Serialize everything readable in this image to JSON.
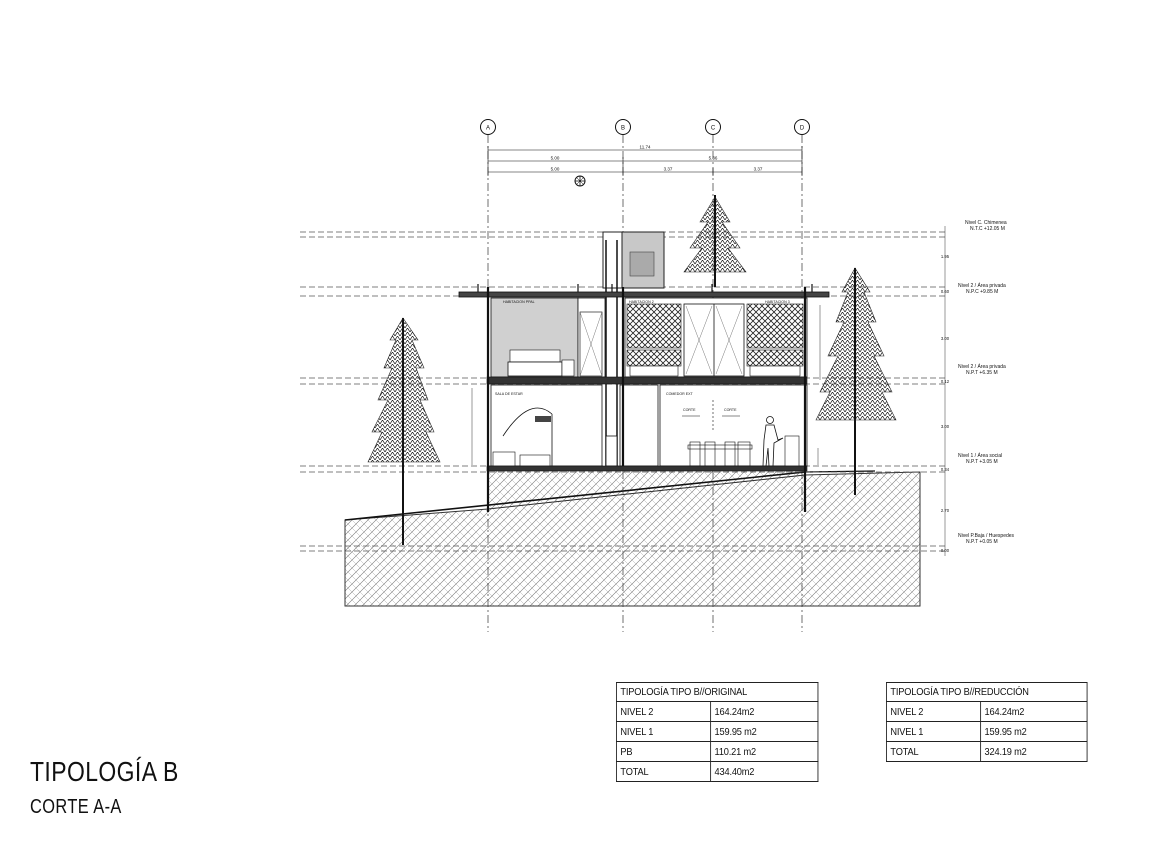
{
  "title": "TIPOLOGÍA B",
  "subtitle": "CORTE A-A",
  "grid_axes": [
    "A",
    "B",
    "C",
    "D"
  ],
  "dimensions": {
    "overall": "11.74",
    "upper": [
      "5.00",
      "5.36"
    ],
    "lower": [
      "5.00",
      "3.37",
      "3.37"
    ]
  },
  "levels": [
    {
      "name": "Nivel C. Chimenea",
      "value": "N.T.C +12.05 M"
    },
    {
      "name": "Nivel 2 / Área privada",
      "value": "N.P.C +9.85 M"
    },
    {
      "name": "Nivel 2 / Área privada",
      "value": "N.P.T +6.35 M"
    },
    {
      "name": "Nivel 1 / Área social",
      "value": "N.P.T +3.05 M"
    },
    {
      "name": "Nivel P.Baja / Huespedes",
      "value": "N.P.T +0.05 M"
    }
  ],
  "level_heights": [
    "1.95",
    "0.60",
    "3.00",
    "0.12",
    "3.00",
    "0.34",
    "2.70",
    "0.00"
  ],
  "room_labels": {
    "bedroom_main": "HABITACION PPAL",
    "bedroom_2": "HABITACION 2",
    "bedroom_3": "HABITACION 3",
    "living": "SALA DE ESTAR",
    "dining": "COMEDOR EXT",
    "corte_1": "CORTE",
    "corte_2": "CORTE"
  },
  "tables": {
    "original": {
      "title": "TIPOLOGÍA TIPO B//ORIGINAL",
      "rows": [
        {
          "label": "NIVEL 2",
          "value": "164.24m2"
        },
        {
          "label": "NIVEL 1",
          "value": "159.95 m2"
        },
        {
          "label": "PB",
          "value": "110.21 m2"
        },
        {
          "label": "TOTAL",
          "value": "434.40m2"
        }
      ]
    },
    "reduccion": {
      "title": "TIPOLOGÍA TIPO B//REDUCCIÓN",
      "rows": [
        {
          "label": "NIVEL 2",
          "value": "164.24m2"
        },
        {
          "label": "NIVEL 1",
          "value": "159.95 m2"
        },
        {
          "label": "TOTAL",
          "value": "324.19 m2"
        }
      ]
    }
  }
}
